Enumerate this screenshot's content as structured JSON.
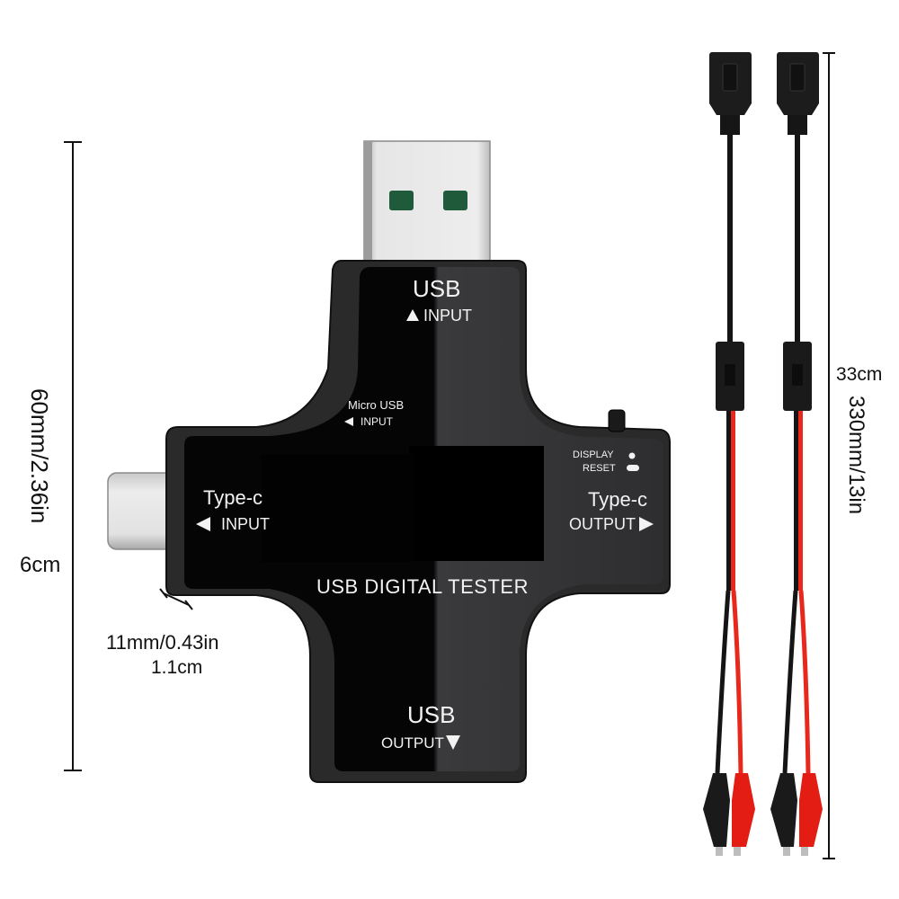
{
  "product": {
    "name": "USB DIGITAL TESTER",
    "ports": {
      "usb_input": {
        "title": "USB",
        "direction_label": "INPUT",
        "arrow": "up"
      },
      "micro_usb_input": {
        "title": "Micro USB",
        "direction_label": "INPUT",
        "arrow": "left"
      },
      "typec_input": {
        "title": "Type-c",
        "direction_label": "INPUT",
        "arrow": "left"
      },
      "typec_output": {
        "title": "Type-c",
        "direction_label": "OUTPUT",
        "arrow": "right"
      },
      "usb_output": {
        "title": "USB",
        "direction_label": "OUTPUT",
        "arrow": "down"
      }
    },
    "button": {
      "display_label": "DISPLAY",
      "reset_label": "RESET",
      "display_indicator": "short-press-dot",
      "reset_indicator": "long-press-pill"
    },
    "colors": {
      "body": "#0a0a0a",
      "body_gloss": "#3a3a3c",
      "bezel": "#2b2b2b",
      "label_text": "#f2f2f2",
      "metal": "#d9d9d9",
      "contact_green": "#1f5a3a"
    }
  },
  "dimensions": {
    "height": {
      "primary": "60mm/2.36in",
      "secondary": "6cm"
    },
    "thickness": {
      "primary": "11mm/0.43in",
      "secondary": "1.1cm"
    },
    "cable_length": {
      "primary": "330mm/13in",
      "secondary": "33cm"
    }
  },
  "cables": [
    {
      "connector": "usb-a-female",
      "switch": "inline-switch",
      "wires": [
        "black",
        "red"
      ],
      "clips": [
        "black",
        "red"
      ]
    },
    {
      "connector": "usb-a-female",
      "switch": "inline-switch",
      "wires": [
        "black",
        "red"
      ],
      "clips": [
        "black",
        "red"
      ]
    }
  ],
  "cable_colors": {
    "black": "#151515",
    "red": "#e8281c"
  }
}
